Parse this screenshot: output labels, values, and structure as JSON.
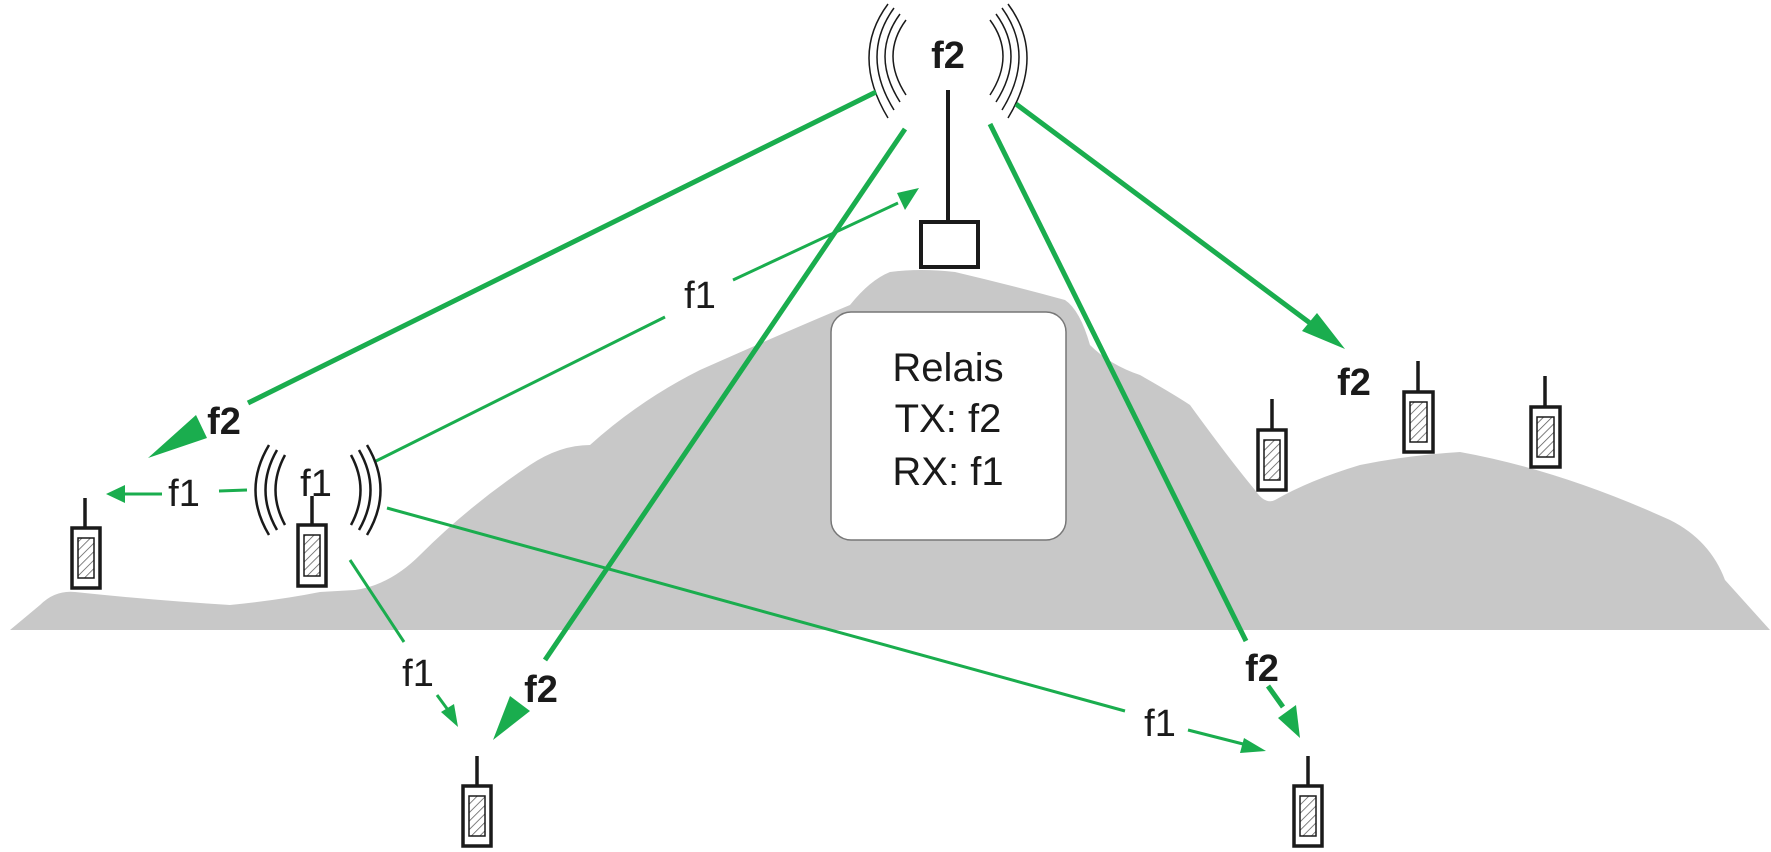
{
  "relay": {
    "title": "Relais",
    "tx": "TX: f2",
    "rx": "RX: f1"
  },
  "labels": {
    "relay_signal": "f2",
    "f2_left": "f2",
    "f2_right": "f2",
    "f2_bottom_left": "f2",
    "f2_bottom_right": "f2",
    "f1_transmitter": "f1",
    "f1_left": "f1",
    "f1_uplink": "f1",
    "f1_down_left": "f1",
    "f1_down_right": "f1"
  },
  "colors": {
    "arrow": "#1aad4e",
    "terrain": "#c8c8c8",
    "device": "#1a1a1a",
    "box_fill": "#ffffff"
  }
}
